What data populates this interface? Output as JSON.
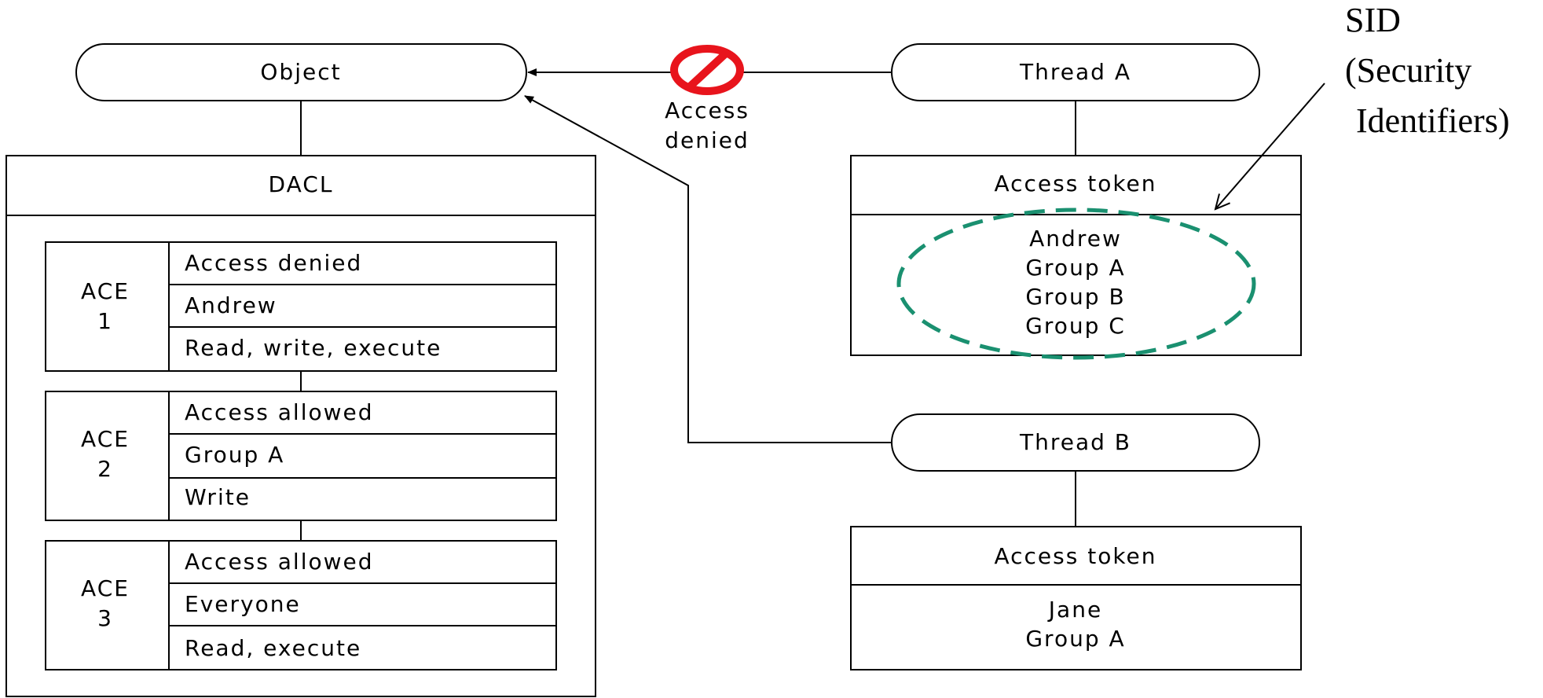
{
  "object": {
    "label": "Object"
  },
  "dacl": {
    "title": "DACL",
    "aces": [
      {
        "label_top": "ACE",
        "label_num": "1",
        "rows": [
          "Access denied",
          "Andrew",
          "Read, write, execute"
        ]
      },
      {
        "label_top": "ACE",
        "label_num": "2",
        "rows": [
          "Access allowed",
          "Group A",
          "Write"
        ]
      },
      {
        "label_top": "ACE",
        "label_num": "3",
        "rows": [
          "Access allowed",
          "Everyone",
          "Read, execute"
        ]
      }
    ]
  },
  "thread_a": {
    "label": "Thread A",
    "token_title": "Access token",
    "sids": [
      "Andrew",
      "Group A",
      "Group B",
      "Group C"
    ]
  },
  "thread_b": {
    "label": "Thread B",
    "token_title": "Access token",
    "sids": [
      "Jane",
      "Group A"
    ]
  },
  "denied": {
    "line1": "Access",
    "line2": "denied"
  },
  "annotation": {
    "line1": "SID",
    "line2": "(Security",
    "line3": "Identifiers)"
  },
  "colors": {
    "deny_red": "#e8141c",
    "sid_highlight": "#1a9070",
    "stroke": "#000000"
  },
  "icons": {
    "denied": "prohibited-icon"
  }
}
